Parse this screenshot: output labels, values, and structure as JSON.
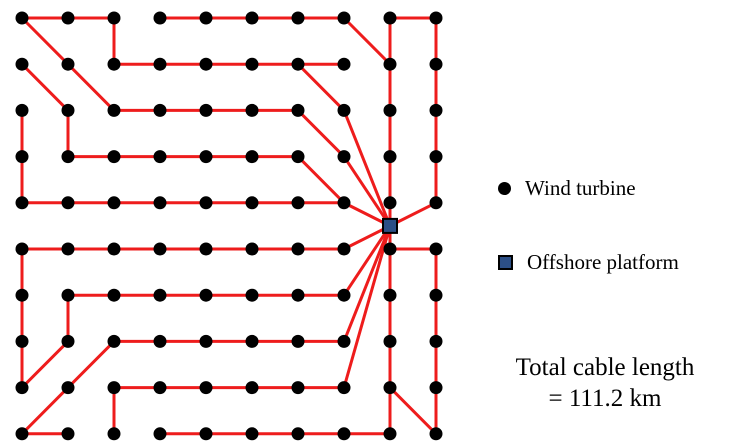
{
  "legend": {
    "turbine_label": "Wind turbine",
    "platform_label": "Offshore platform"
  },
  "summary": {
    "line1": "Total cable length",
    "line2": "= 111.2 km"
  },
  "colors": {
    "cable": "#ee1c1c",
    "turbine": "#000000",
    "platform_fill": "#2c4f86",
    "platform_border": "#000000"
  },
  "layout": {
    "grid_size": 10,
    "turbine_count": 100,
    "platform_count": 1,
    "strings": [
      [
        [
          0,
          0
        ],
        [
          1,
          1
        ],
        [
          2,
          2
        ],
        [
          3,
          2
        ],
        [
          4,
          2
        ],
        [
          5,
          2
        ],
        [
          6,
          2
        ],
        [
          7,
          3
        ],
        [
          8,
          4
        ]
      ],
      [
        [
          0,
          1
        ],
        [
          1,
          2
        ],
        [
          1,
          3
        ],
        [
          2,
          3
        ],
        [
          3,
          3
        ],
        [
          4,
          3
        ],
        [
          5,
          3
        ],
        [
          6,
          3
        ],
        [
          7,
          4
        ],
        [
          8,
          4
        ]
      ],
      [
        [
          0,
          2
        ],
        [
          0,
          3
        ],
        [
          0,
          4
        ],
        [
          1,
          4
        ],
        [
          2,
          4
        ],
        [
          3,
          4
        ],
        [
          4,
          4
        ],
        [
          5,
          4
        ],
        [
          6,
          4
        ],
        [
          7,
          4
        ],
        [
          8,
          4
        ]
      ],
      [
        [
          1,
          0
        ],
        [
          0,
          0
        ]
      ],
      [
        [
          2,
          1
        ],
        [
          2,
          0
        ],
        [
          1,
          0
        ]
      ],
      [
        [
          3,
          1
        ],
        [
          2,
          1
        ]
      ],
      [
        [
          4,
          1
        ],
        [
          3,
          1
        ]
      ],
      [
        [
          5,
          1
        ],
        [
          4,
          1
        ]
      ],
      [
        [
          6,
          1
        ],
        [
          5,
          1
        ]
      ],
      [
        [
          7,
          1
        ],
        [
          6,
          1
        ]
      ],
      [
        [
          7,
          0
        ],
        [
          6,
          0
        ],
        [
          5,
          0
        ],
        [
          4,
          0
        ],
        [
          3,
          0
        ]
      ],
      [
        [
          8,
          1
        ],
        [
          7,
          0
        ]
      ],
      [
        [
          8,
          0
        ],
        [
          9,
          0
        ],
        [
          9,
          1
        ],
        [
          9,
          2
        ],
        [
          9,
          3
        ],
        [
          9,
          4
        ],
        [
          8,
          4
        ]
      ],
      [
        [
          8,
          0
        ],
        [
          8,
          1
        ]
      ],
      [
        [
          8,
          2
        ],
        [
          8,
          1
        ]
      ],
      [
        [
          8,
          3
        ],
        [
          8,
          2
        ]
      ],
      [
        [
          8,
          4
        ],
        [
          8,
          3
        ]
      ],
      [
        [
          8,
          4
        ],
        [
          7,
          2
        ],
        [
          6,
          1
        ]
      ],
      [
        [
          8,
          4
        ],
        [
          8,
          5
        ],
        [
          8,
          6
        ],
        [
          8,
          7
        ],
        [
          8,
          8
        ],
        [
          9,
          9
        ],
        [
          9,
          8
        ],
        [
          9,
          7
        ],
        [
          9,
          6
        ],
        [
          9,
          5
        ],
        [
          8,
          5
        ]
      ],
      [
        [
          8,
          4
        ],
        [
          7,
          5
        ],
        [
          6,
          5
        ],
        [
          5,
          5
        ],
        [
          4,
          5
        ],
        [
          3,
          5
        ],
        [
          2,
          5
        ],
        [
          1,
          5
        ],
        [
          0,
          5
        ],
        [
          0,
          6
        ],
        [
          0,
          7
        ],
        [
          0,
          8
        ]
      ],
      [
        [
          8,
          4
        ],
        [
          7,
          6
        ],
        [
          6,
          6
        ],
        [
          5,
          6
        ],
        [
          4,
          6
        ],
        [
          3,
          6
        ],
        [
          2,
          6
        ],
        [
          1,
          6
        ],
        [
          1,
          7
        ],
        [
          0,
          8
        ]
      ],
      [
        [
          8,
          4
        ],
        [
          7,
          7
        ],
        [
          6,
          7
        ],
        [
          5,
          7
        ],
        [
          4,
          7
        ],
        [
          3,
          7
        ],
        [
          2,
          7
        ],
        [
          1,
          8
        ],
        [
          0,
          9
        ]
      ],
      [
        [
          8,
          4
        ],
        [
          7,
          8
        ],
        [
          6,
          8
        ],
        [
          5,
          8
        ],
        [
          4,
          8
        ],
        [
          3,
          8
        ],
        [
          2,
          8
        ],
        [
          2,
          9
        ]
      ],
      [
        [
          8,
          4
        ],
        [
          8,
          8
        ],
        [
          8,
          9
        ],
        [
          7,
          9
        ],
        [
          6,
          9
        ],
        [
          5,
          9
        ],
        [
          4,
          9
        ],
        [
          3,
          9
        ]
      ],
      [
        [
          1,
          9
        ],
        [
          0,
          9
        ]
      ]
    ],
    "platform": [
      8,
      4.5
    ]
  }
}
